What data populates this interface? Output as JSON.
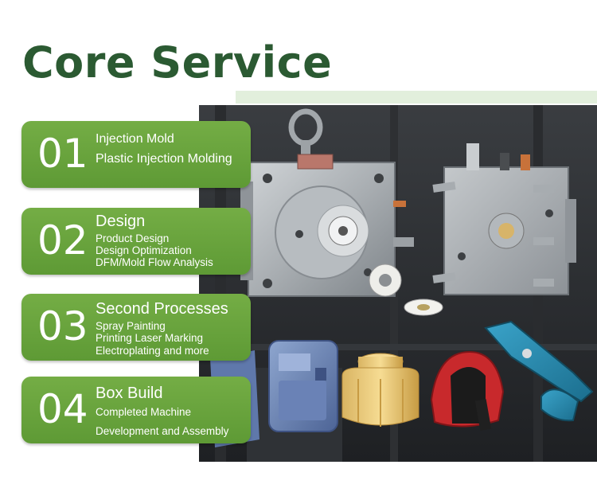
{
  "title": "Core Service",
  "services": [
    {
      "number": "01",
      "lines": [
        "Injection Mold",
        "Plastic Injection Molding"
      ]
    },
    {
      "number": "02",
      "heading": "Design",
      "lines": [
        "Product Design",
        "Design Optimization",
        "DFM/Mold Flow Analysis"
      ]
    },
    {
      "number": "03",
      "heading": "Second Processes",
      "lines": [
        "Spray Painting",
        "Printing Laser Marking",
        "Electroplating and more"
      ]
    },
    {
      "number": "04",
      "heading": "Box Build",
      "lines": [
        "Completed Machine",
        "Development and Assembly"
      ]
    }
  ],
  "colors": {
    "title": "#2b5a32",
    "card": "#66a03a",
    "band": "#e2efdc"
  }
}
